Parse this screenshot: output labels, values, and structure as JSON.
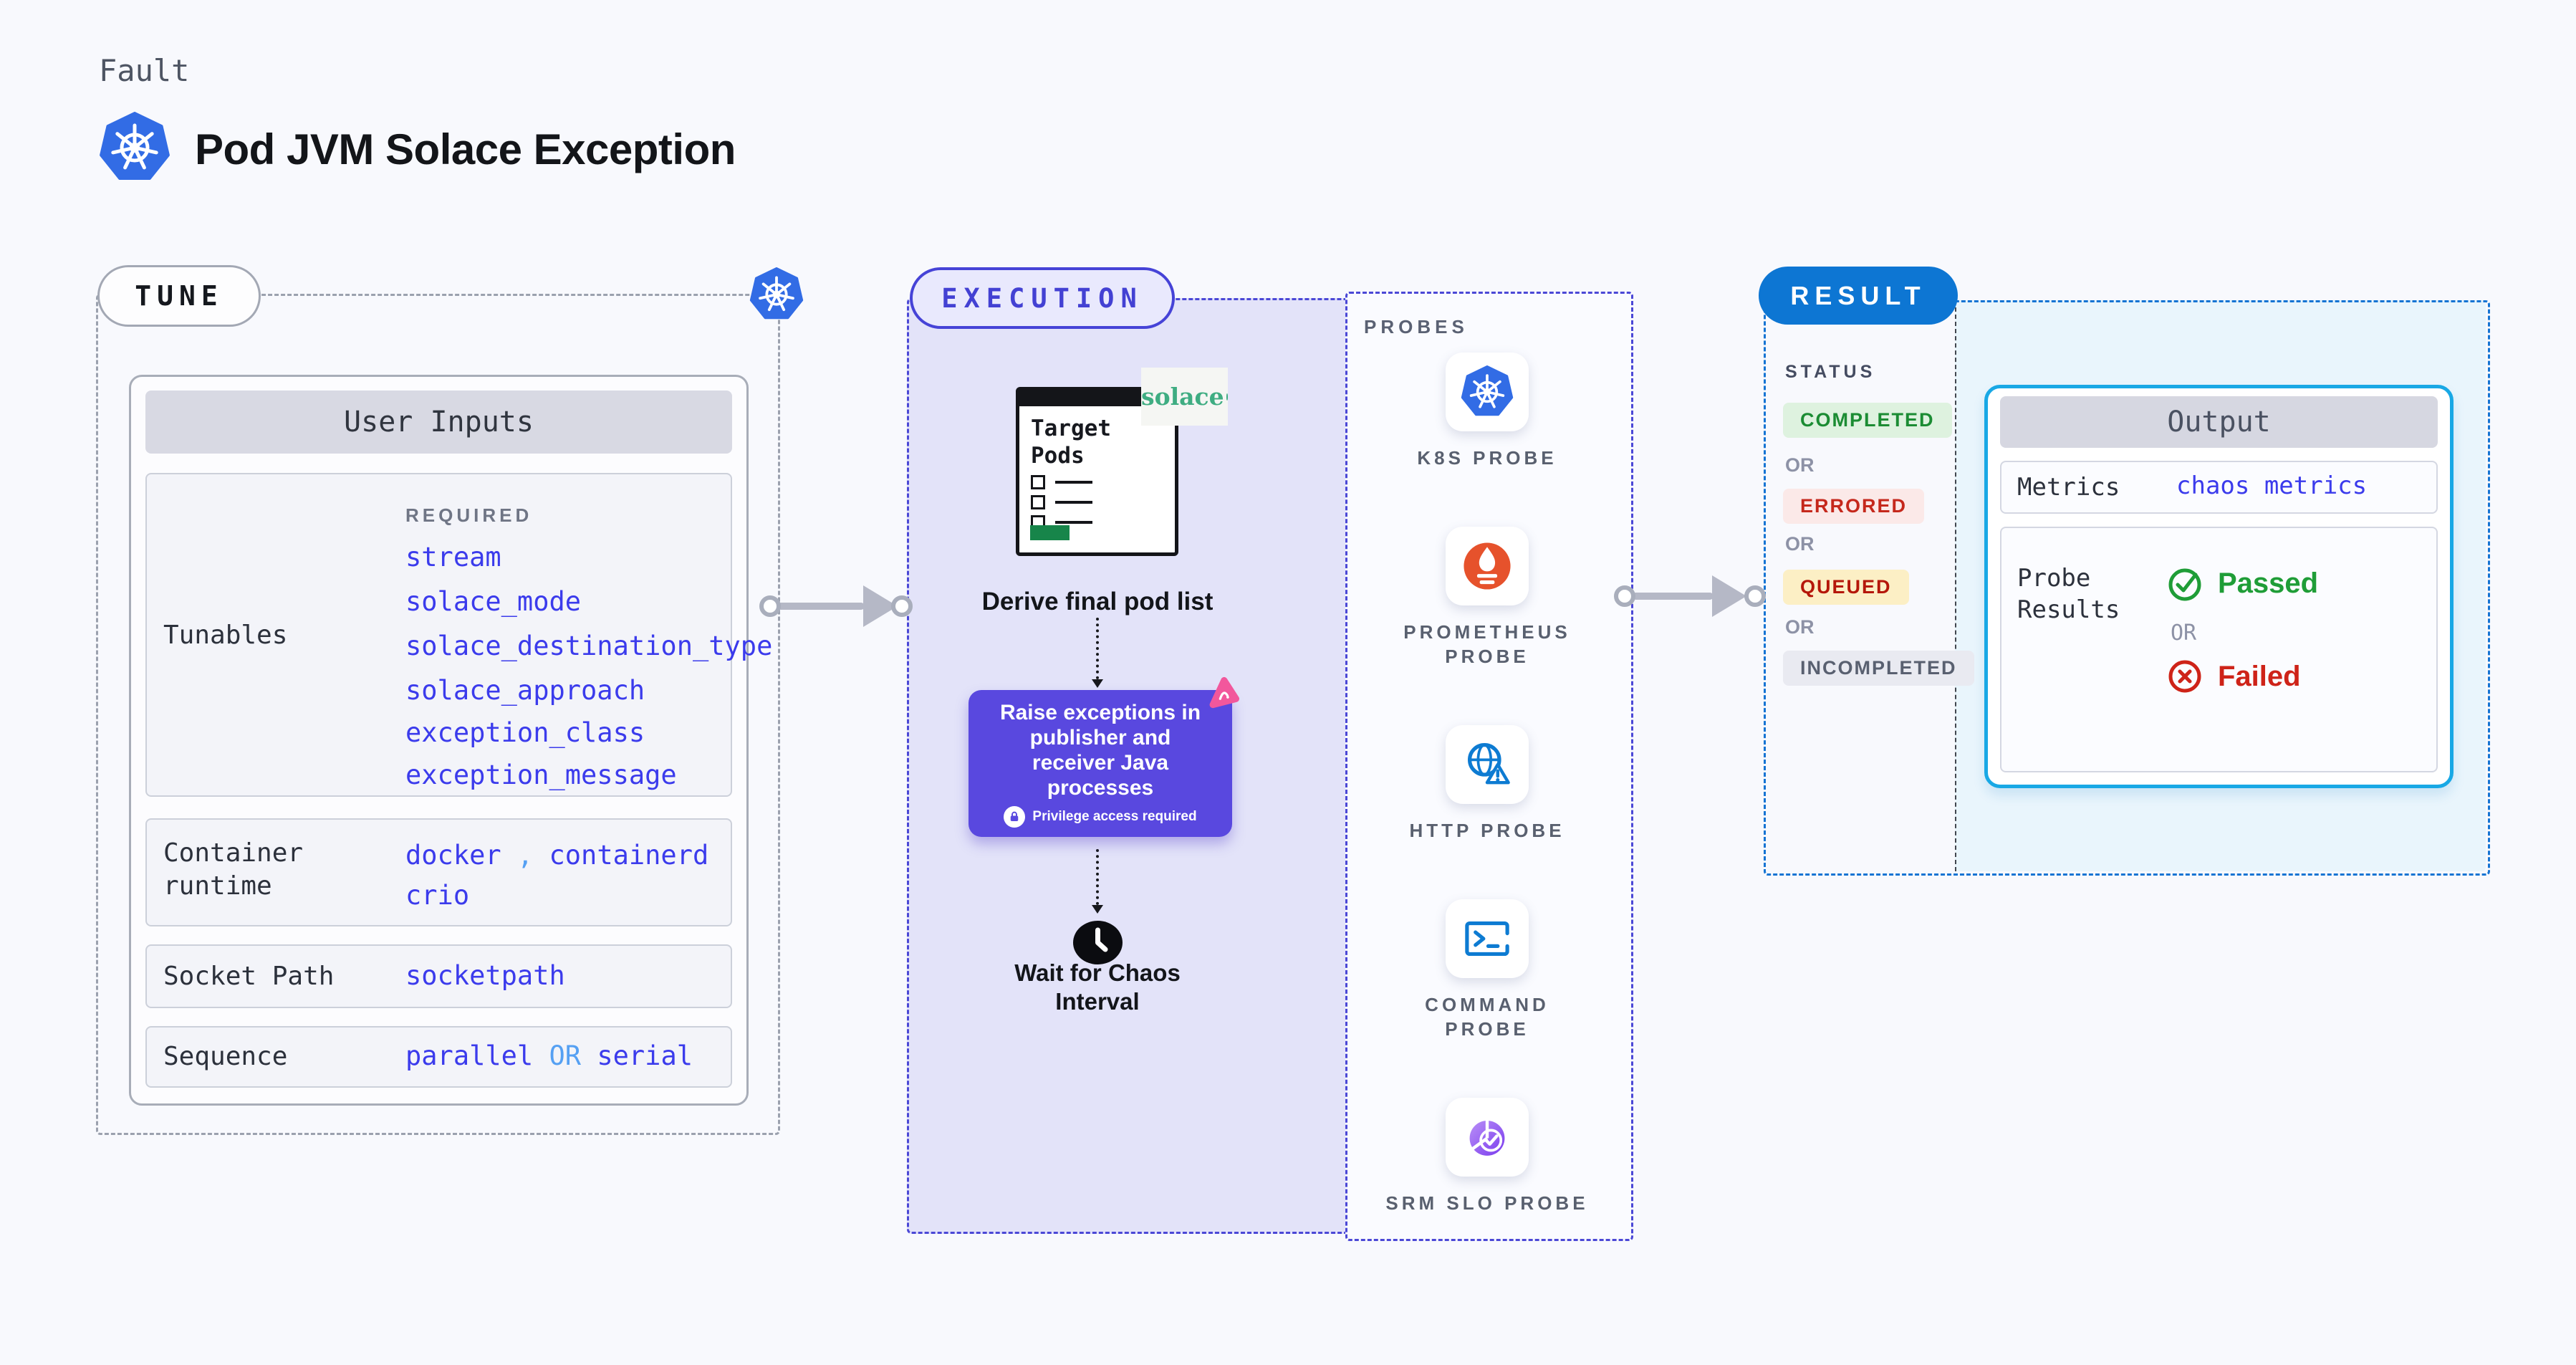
{
  "header": {
    "kicker": "Fault",
    "title": "Pod JVM Solace Exception"
  },
  "tune": {
    "badge": "TUNE",
    "user_inputs_title": "User Inputs",
    "rows": {
      "tunables": {
        "label": "Tunables",
        "required_label": "REQUIRED",
        "values": [
          "stream",
          "solace_mode",
          "solace_destination_type",
          "solace_approach",
          "exception_class",
          "exception_message"
        ]
      },
      "container_runtime": {
        "label": "Container runtime",
        "value_a": "docker",
        "separator": ",",
        "value_b": "containerd",
        "value_c": "crio"
      },
      "socket_path": {
        "label": "Socket Path",
        "value": "socketpath"
      },
      "sequence": {
        "label": "Sequence",
        "value_a": "parallel",
        "or": "OR",
        "value_b": "serial"
      }
    }
  },
  "execution": {
    "badge": "EXECUTION",
    "target_window_title": "Target Pods",
    "solace_logo_text": "solace",
    "derive_step_label": "Derive final pod list",
    "action_step_label": "Raise exceptions in publisher and receiver Java processes",
    "privilege_note": "Privilege access required",
    "wait_step_label": "Wait for Chaos Interval"
  },
  "probes": {
    "label": "PROBES",
    "items": [
      {
        "label": "K8S PROBE",
        "icon": "kubernetes-icon"
      },
      {
        "label": "PROMETHEUS PROBE",
        "icon": "prometheus-icon"
      },
      {
        "label": "HTTP PROBE",
        "icon": "globe-warning-icon"
      },
      {
        "label": "COMMAND PROBE",
        "icon": "terminal-icon"
      },
      {
        "label": "SRM SLO PROBE",
        "icon": "slo-donut-check-icon"
      }
    ]
  },
  "result": {
    "badge": "RESULT",
    "status_label": "STATUS",
    "or_label": "OR",
    "statuses": [
      {
        "label": "COMPLETED",
        "type": "success"
      },
      {
        "label": "ERRORED",
        "type": "error"
      },
      {
        "label": "QUEUED",
        "type": "warning"
      },
      {
        "label": "INCOMPLETED",
        "type": "neutral"
      }
    ],
    "output": {
      "title": "Output",
      "metrics_label": "Metrics",
      "metrics_value": "chaos metrics",
      "probe_results_label": "Probe Results",
      "passed_label": "Passed",
      "or_label": "OR",
      "failed_label": "Failed"
    }
  },
  "colors": {
    "page_bg": "#f8f9fd",
    "value_blue": "#3b3bec",
    "light_blue": "#55a0f3",
    "indigo_border": "#4b48d6",
    "execution_bg": "#e3e3f9",
    "purple_action": "#5948df",
    "kubernetes_blue": "#326ce5",
    "prometheus_orange": "#e6522c",
    "http_blue": "#0d7bd2",
    "solace_green": "#3fad82",
    "pink_chaos": "#f2579c",
    "result_blue": "#0d76d3",
    "cyan_border": "#18a8e5",
    "passed_green": "#1f9d37",
    "failed_red": "#ce2318"
  }
}
